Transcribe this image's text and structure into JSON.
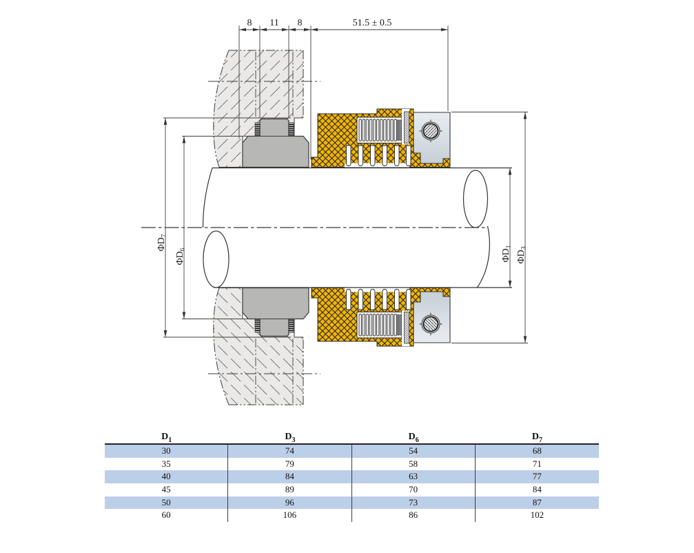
{
  "drawing": {
    "dims": {
      "seg_a": "8",
      "seg_b": "11",
      "seg_c": "8",
      "length": "51.5 ± 0.5",
      "phi_d7": {
        "main": "ΦD",
        "sub": "7"
      },
      "phi_d6": {
        "main": "ΦD",
        "sub": "6"
      },
      "phi_d1": {
        "main": "ΦD",
        "sub": "1"
      },
      "phi_d3": {
        "main": "ΦD",
        "sub": "3"
      }
    },
    "colors": {
      "elastomer": "#f2b405",
      "seat": "#b7b7b5",
      "housing": "#eae9e7",
      "collar": "#d3dbe2",
      "line": "#3a3a3a"
    }
  },
  "table": {
    "stripe_color": "#bccfe8",
    "headers": [
      {
        "name": "D",
        "sub": "1"
      },
      {
        "name": "D",
        "sub": "3"
      },
      {
        "name": "D",
        "sub": "6"
      },
      {
        "name": "D",
        "sub": "7"
      }
    ],
    "rows": [
      [
        "30",
        "74",
        "54",
        "68"
      ],
      [
        "35",
        "79",
        "58",
        "71"
      ],
      [
        "40",
        "84",
        "63",
        "77"
      ],
      [
        "45",
        "89",
        "70",
        "84"
      ],
      [
        "50",
        "96",
        "73",
        "87"
      ],
      [
        "60",
        "106",
        "86",
        "102"
      ]
    ]
  }
}
